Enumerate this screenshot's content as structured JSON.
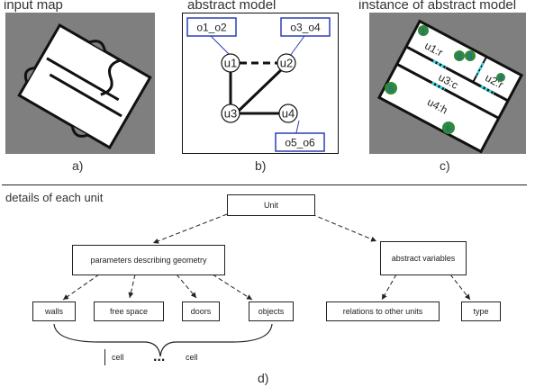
{
  "panels": {
    "a": {
      "title": "input map",
      "letter": "a)"
    },
    "b": {
      "title": "abstract model",
      "letter": "b)"
    },
    "c": {
      "title": "instance of abstract model",
      "letter": "c)"
    },
    "d": {
      "title": "details of each unit",
      "letter": "d)"
    }
  },
  "abstract_model": {
    "nodes": [
      "u1",
      "u2",
      "u3",
      "u4"
    ],
    "object_groups": [
      "o1_o2",
      "o3_o4",
      "o5_o6"
    ]
  },
  "instance": {
    "unit_labels": [
      "u1:r",
      "u2:r",
      "u3:c",
      "u4:h"
    ],
    "object_markers": [
      "1",
      "2",
      "3",
      "4",
      "5",
      "6"
    ]
  },
  "hierarchy": {
    "root": "Unit",
    "geometry": "parameters describing geometry",
    "abstract": "abstract variables",
    "walls": "walls",
    "free_space": "free space",
    "doors": "doors",
    "objects": "objects",
    "relations": "relations to other units",
    "type": "type",
    "cell_left": "cell",
    "ellipsis": "...",
    "cell_right": "cell"
  },
  "colors": {
    "gray_bg": "#7f7f7f",
    "callout_blue": "#2b3fb6",
    "cyan_dash": "#2ad8e6",
    "object_green": "#2e8b3a",
    "object_blue": "#2a55c8"
  }
}
